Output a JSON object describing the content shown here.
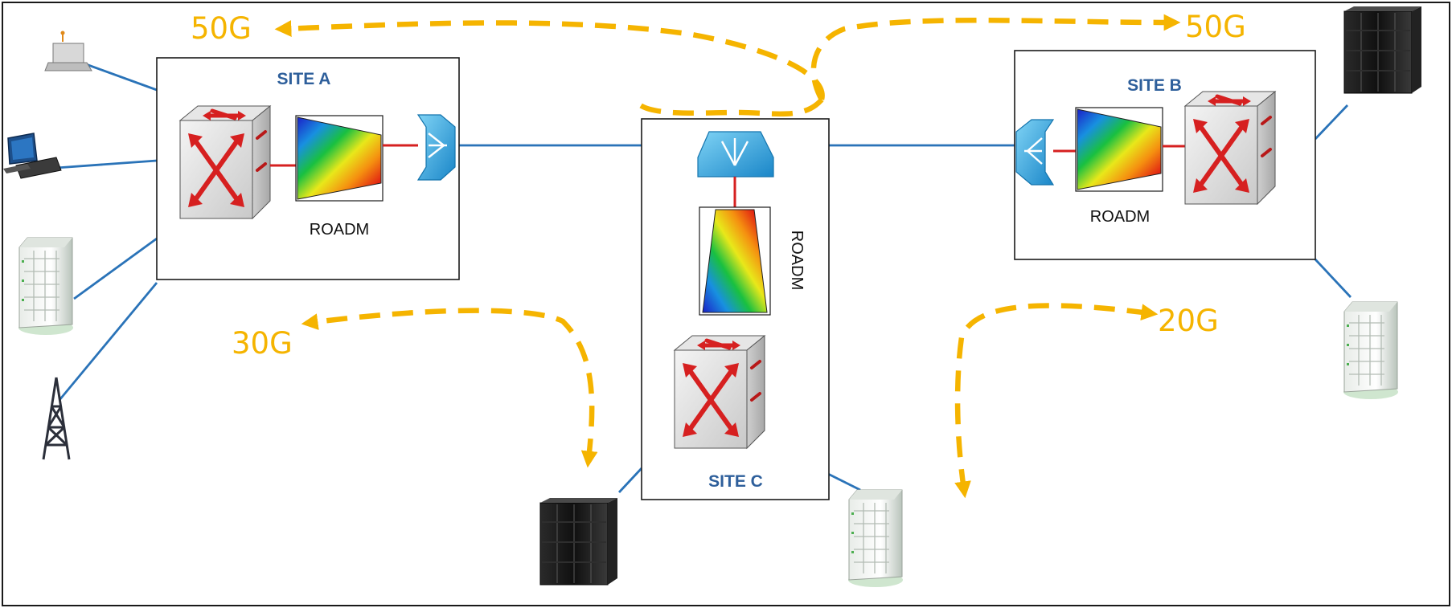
{
  "colors": {
    "frame": "#1a1a1a",
    "link": "#2a73b8",
    "site_title": "#2e5f9b",
    "dash": "#f5b400",
    "rate_text": "#f5b400",
    "cross_connect": "#d62020"
  },
  "sites": {
    "a": {
      "title": "SITE A",
      "roadm_label": "ROADM"
    },
    "b": {
      "title": "SITE B",
      "roadm_label": "ROADM"
    },
    "c": {
      "title": "SITE C",
      "roadm_label": "ROADM"
    }
  },
  "traffic": {
    "a_to_b_left": {
      "rate": "50G"
    },
    "a_to_b_right": {
      "rate": "50G"
    },
    "a_to_c": {
      "rate": "30G"
    },
    "c_to_b": {
      "rate": "20G"
    }
  },
  "icons": {
    "router": "optical-switch-cube-icon",
    "roadm": "roadm-spectrum-icon",
    "coupler": "optical-coupler-icon",
    "laptop": "laptop-icon",
    "desktop": "desktop-computer-icon",
    "building": "office-building-icon",
    "tower": "cell-tower-icon",
    "datacenter": "server-rack-icon"
  }
}
